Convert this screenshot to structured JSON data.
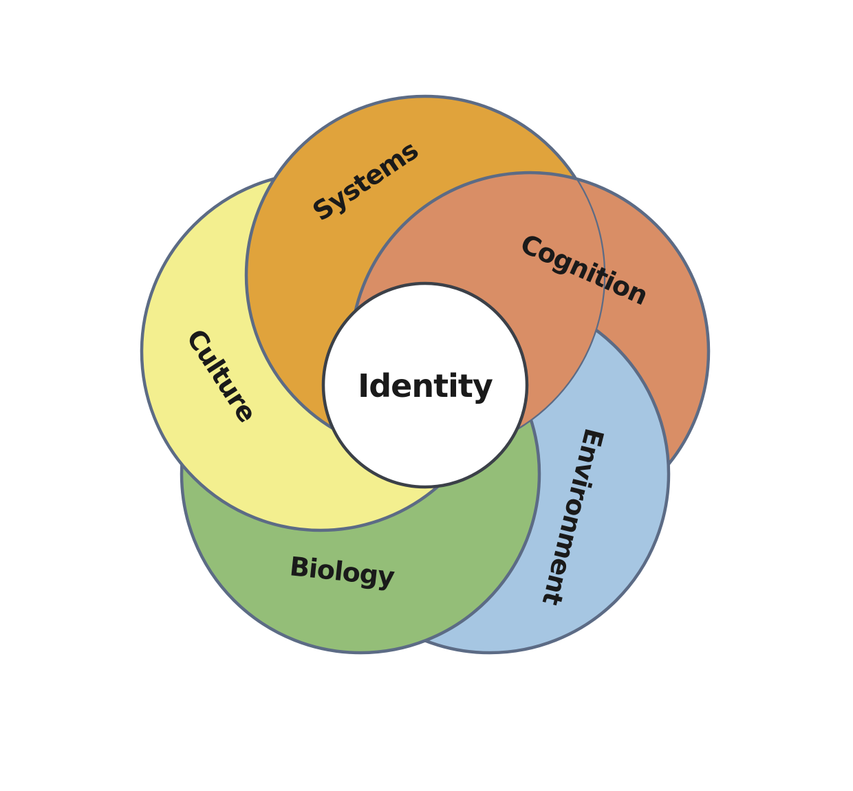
{
  "diagram": {
    "background": "#FFFFFF",
    "petal_stroke": "#5C6B85",
    "text_color": "#1A1A1A",
    "center": {
      "label": "Identity",
      "fill": "#FFFFFF",
      "stroke": "#3B4048"
    },
    "petals": [
      {
        "id": "systems",
        "label": "Systems",
        "color": "#E0A33C"
      },
      {
        "id": "cognition",
        "label": "Cognition",
        "color": "#D98E66"
      },
      {
        "id": "environment",
        "label": "Environment",
        "color": "#A6C6E2"
      },
      {
        "id": "biology",
        "label": "Biology",
        "color": "#94BE78"
      },
      {
        "id": "culture",
        "label": "Culture",
        "color": "#F3EF8F"
      }
    ]
  }
}
